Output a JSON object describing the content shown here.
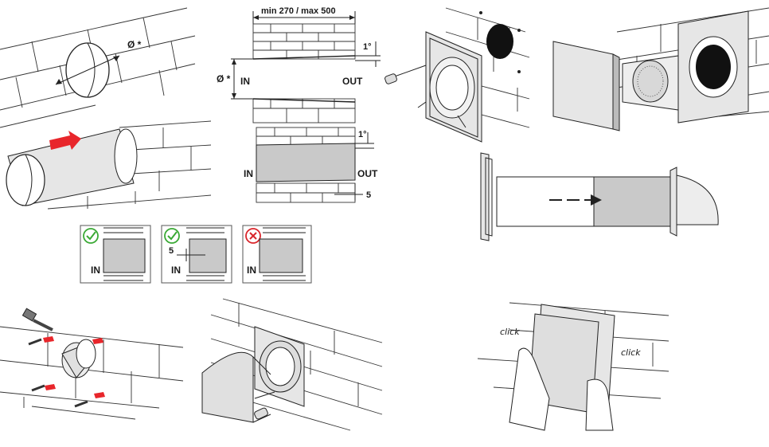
{
  "labels": {
    "diameter_star": "Ø *",
    "length_range": "min 270 / max 500",
    "slope_angle": "1°",
    "inlet": "IN",
    "outlet": "OUT",
    "offset": "5",
    "click": "click"
  },
  "colors": {
    "accent_red": "#e8262b",
    "ok_green": "#3aa935",
    "error_red": "#d9262c",
    "grey_fill": "#c9c9c9",
    "line": "#222222"
  },
  "status_icons": [
    "checkmark-icon",
    "checkmark-icon",
    "cross-icon"
  ]
}
